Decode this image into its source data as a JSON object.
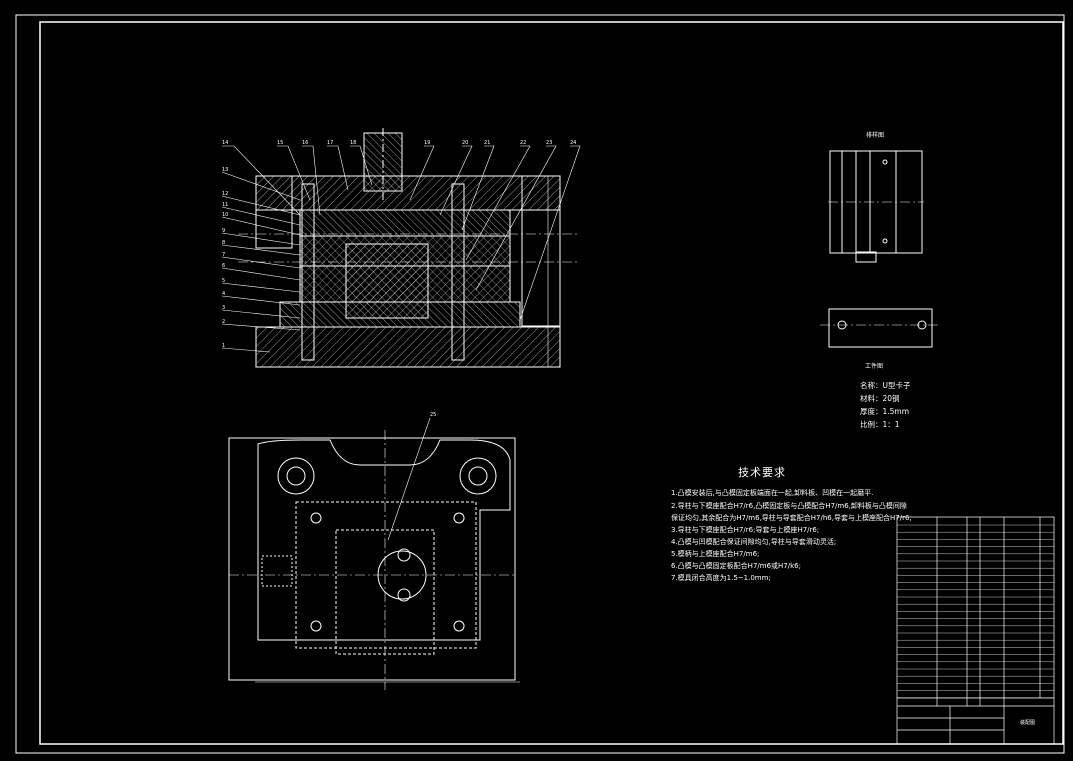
{
  "callouts_top": [
    "14",
    "15",
    "16",
    "17",
    "18",
    "19",
    "20",
    "21",
    "22",
    "23",
    "24"
  ],
  "callouts_left": [
    "13",
    "12",
    "11",
    "10",
    "9",
    "8",
    "7",
    "6",
    "5",
    "4",
    "3",
    "2",
    "1"
  ],
  "callout_bottom": "25",
  "views": {
    "layout_label": "排样图",
    "part_label": "工件图"
  },
  "part_notes": [
    "名称：U型卡子",
    "材料：20钢",
    "厚度：1.5mm",
    "比例：1：1"
  ],
  "requirements": {
    "title": "技术要求",
    "items": [
      "1.凸模安装后,与凸模固定板端面在一起,卸料板、凹模在一起磨平.",
      "2.导柱与下模座配合H7/r6,凸模固定板与凸模配合H7/m6,卸料板与凸模间隙",
      "  保证均匀,其余配合为H7/m6,导柱与导套配合H7/h6,导套与上模座配合H7/r6;",
      "3.导柱与下模座配合H7/r6;导套与上模座H7/r6;",
      "4.凸模与凹模配合保证间隙均匀,导柱与导套滑动灵活;",
      "5.模柄与上模座配合H7/m6;",
      "6.凸模与凸模固定板配合H7/m6或H7/k6;",
      "7.模具闭合高度为1.5~1.0mm;"
    ]
  },
  "title_block": {
    "drawing_name": "装配图"
  }
}
